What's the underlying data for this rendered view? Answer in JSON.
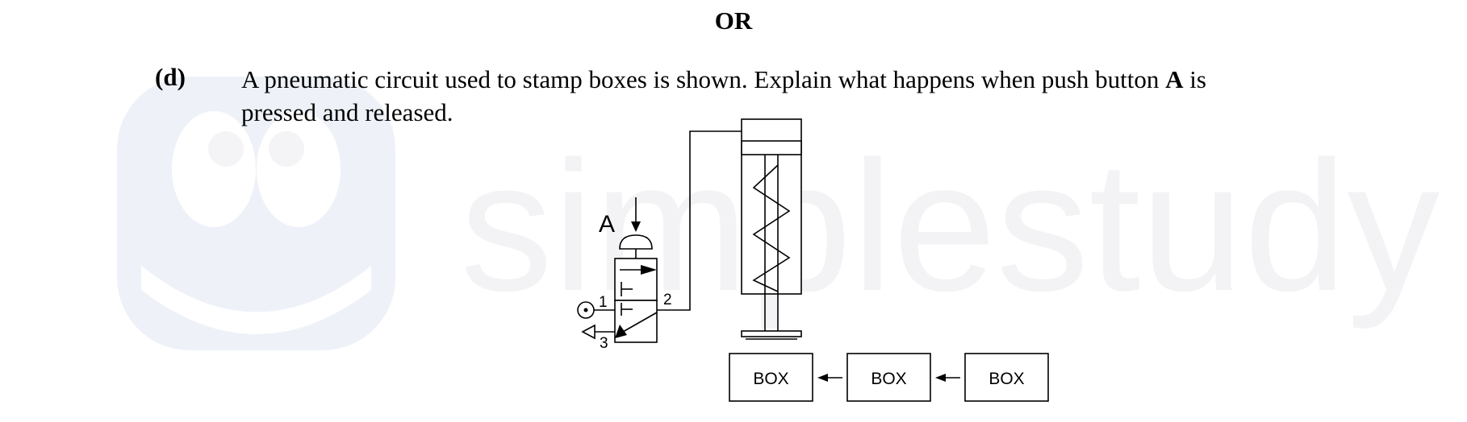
{
  "heading": "OR",
  "question": {
    "label": "(d)",
    "text_before_bold": "A pneumatic circuit used to stamp boxes is shown.  Explain what happens when push button ",
    "bold": "A",
    "text_after_bold": " is pressed and released."
  },
  "diagram": {
    "button_label": "A",
    "port_labels": {
      "supply": "1",
      "output": "2",
      "exhaust": "3"
    },
    "boxes": [
      "BOX",
      "BOX",
      "BOX"
    ]
  }
}
